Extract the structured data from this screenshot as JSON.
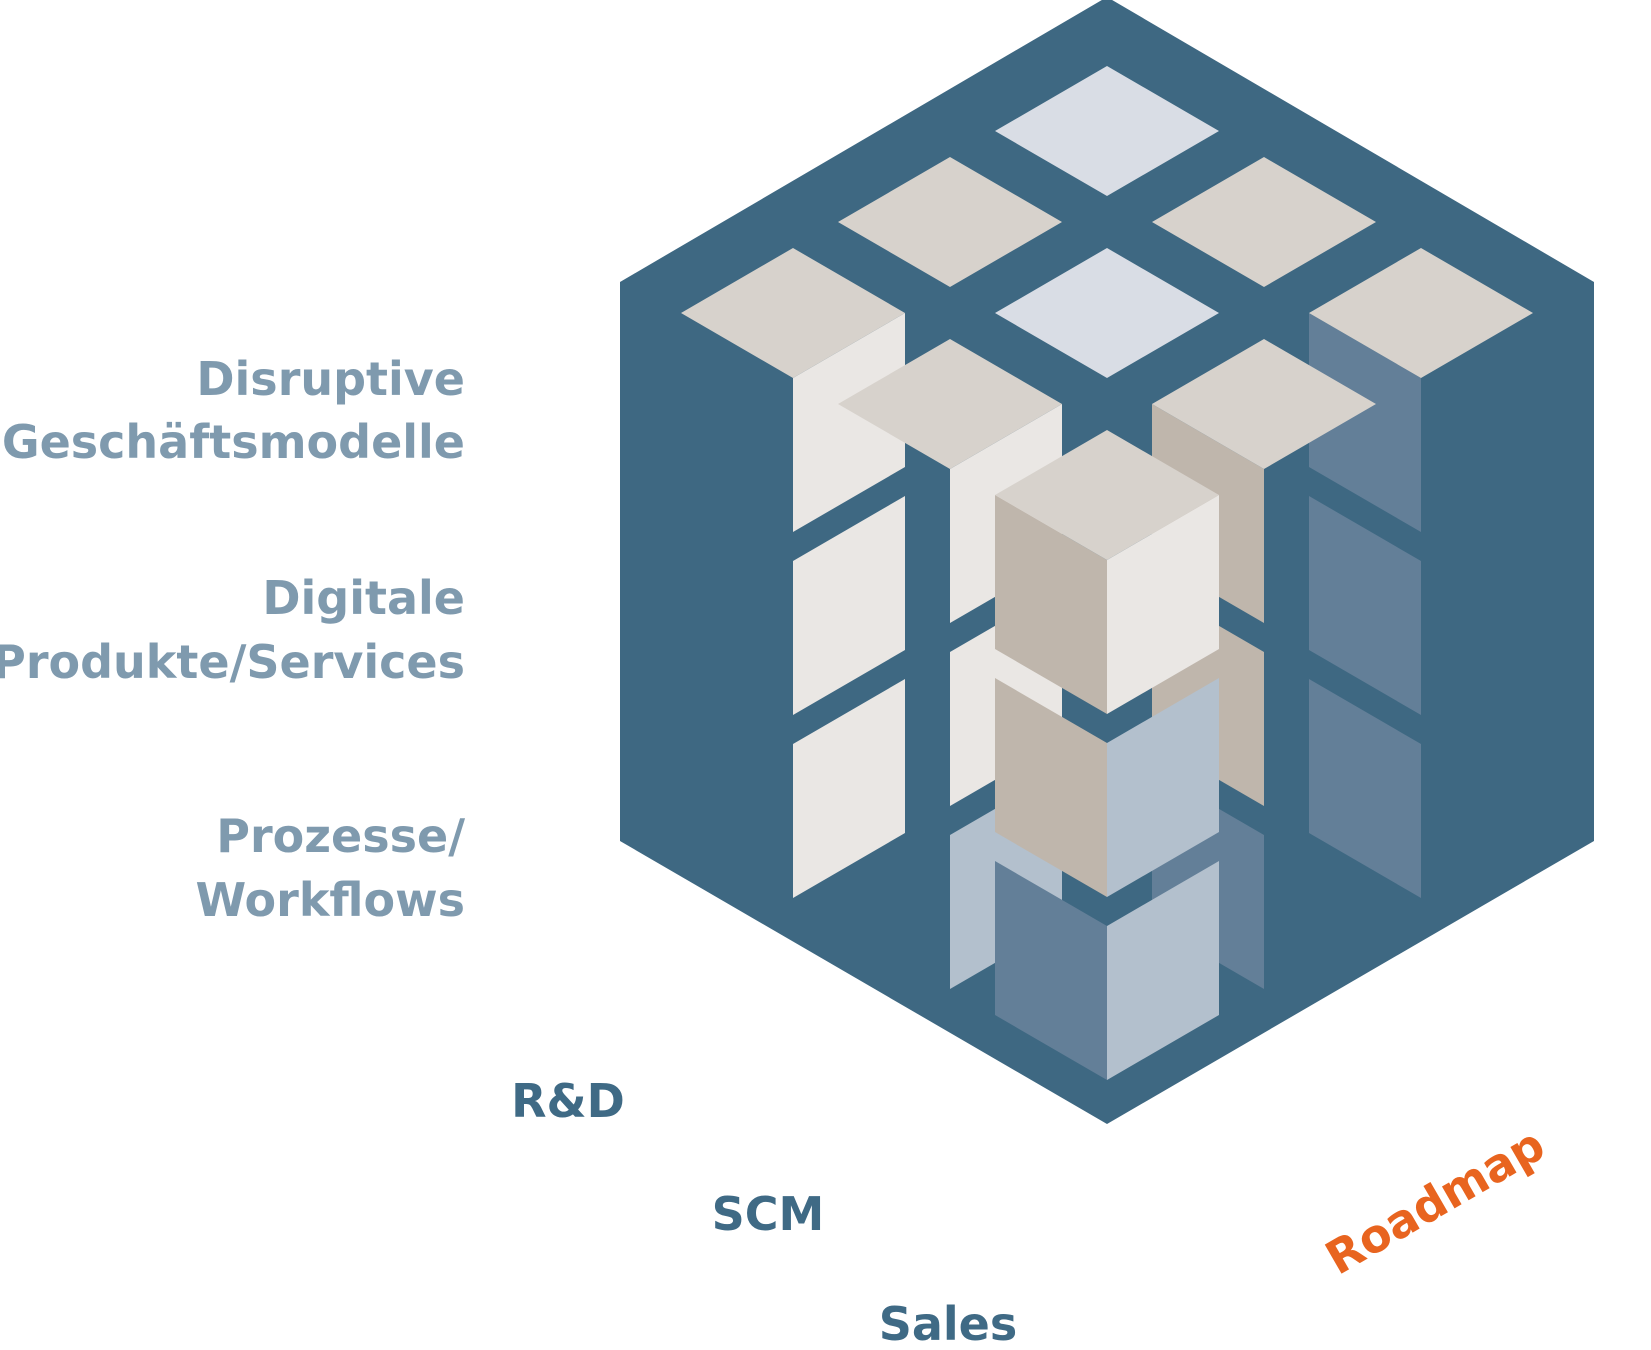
{
  "row_labels": [
    {
      "line1": "Disruptive",
      "line2": "Geschäftsmodelle"
    },
    {
      "line1": "Digitale",
      "line2": "Produkte/Services"
    },
    {
      "line1": "Prozesse/",
      "line2": "Workflows"
    }
  ],
  "column_labels": [
    "R&D",
    "SCM",
    "Sales"
  ],
  "axis_label": "Roadmap",
  "colors": {
    "frame": "#3e6882",
    "label_gray": "#7f9aae",
    "label_dark": "#3f6a85",
    "accent": "#e8641f",
    "top_beige": "#d7d2cc",
    "top_light_blue": "#d9dde5",
    "left_blue": "#637f98",
    "left_beige": "#bfb6ac",
    "right_white": "#eae7e4",
    "right_light_blue": "#b3c0cd"
  }
}
